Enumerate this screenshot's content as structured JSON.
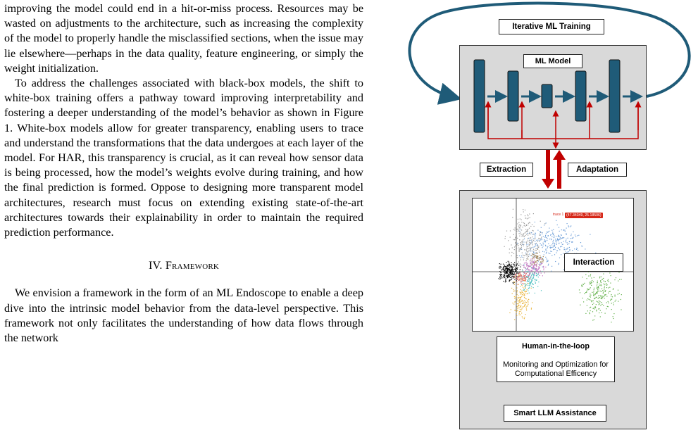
{
  "paper": {
    "paragraph_1": "improving the model could end in a hit-or-miss process. Resources may be wasted on adjustments to the architecture, such as increasing the complexity of the model to properly handle the misclassified sections, when the issue may lie elsewhere—perhaps in the data quality, feature engineering, or simply the weight initialization.",
    "paragraph_2": "To address the challenges associated with black-box models, the shift to white-box training offers a pathway toward improving interpretability and fostering a deeper understanding of the model’s behavior as shown in Figure 1. White-box models allow for greater transparency, enabling users to trace and understand the transformations that the data undergoes at each layer of the model. For HAR, this transparency is crucial, as it can reveal how sensor data is being processed, how the model’s weights evolve during training, and how the final prediction is formed. Oppose to designing more transparent model architectures, research must focus on extending existing state-of-the-art architectures towards their explainability in order to maintain the required prediction performance.",
    "section_heading": "IV. Framework",
    "paragraph_3": "We envision a framework in the form of an ML Endoscope to enable a deep dive into the intrinsic model behavior from the data-level perspective. This framework not only facilitates the understanding of how data flows through the network"
  },
  "figure": {
    "iterative_label": "Iterative ML Training",
    "model_label": "ML Model",
    "extraction_label": "Extraction",
    "adaptation_label": "Adaptation",
    "interaction_label": "Interaction",
    "trace_prefix": "trace 1",
    "trace_tooltip": "(47.34349, 25.18506)",
    "human_title": "Human-in-the-loop",
    "human_subtitle": "Monitoring and Optimization for Computational Efficency",
    "llm_label": "Smart LLM Assistance",
    "colors": {
      "layer_fill": "#1f5b78",
      "arrow_blue": "#1f5b78",
      "arrow_red": "#c00000",
      "panel_gray": "#d9d9d9"
    }
  }
}
